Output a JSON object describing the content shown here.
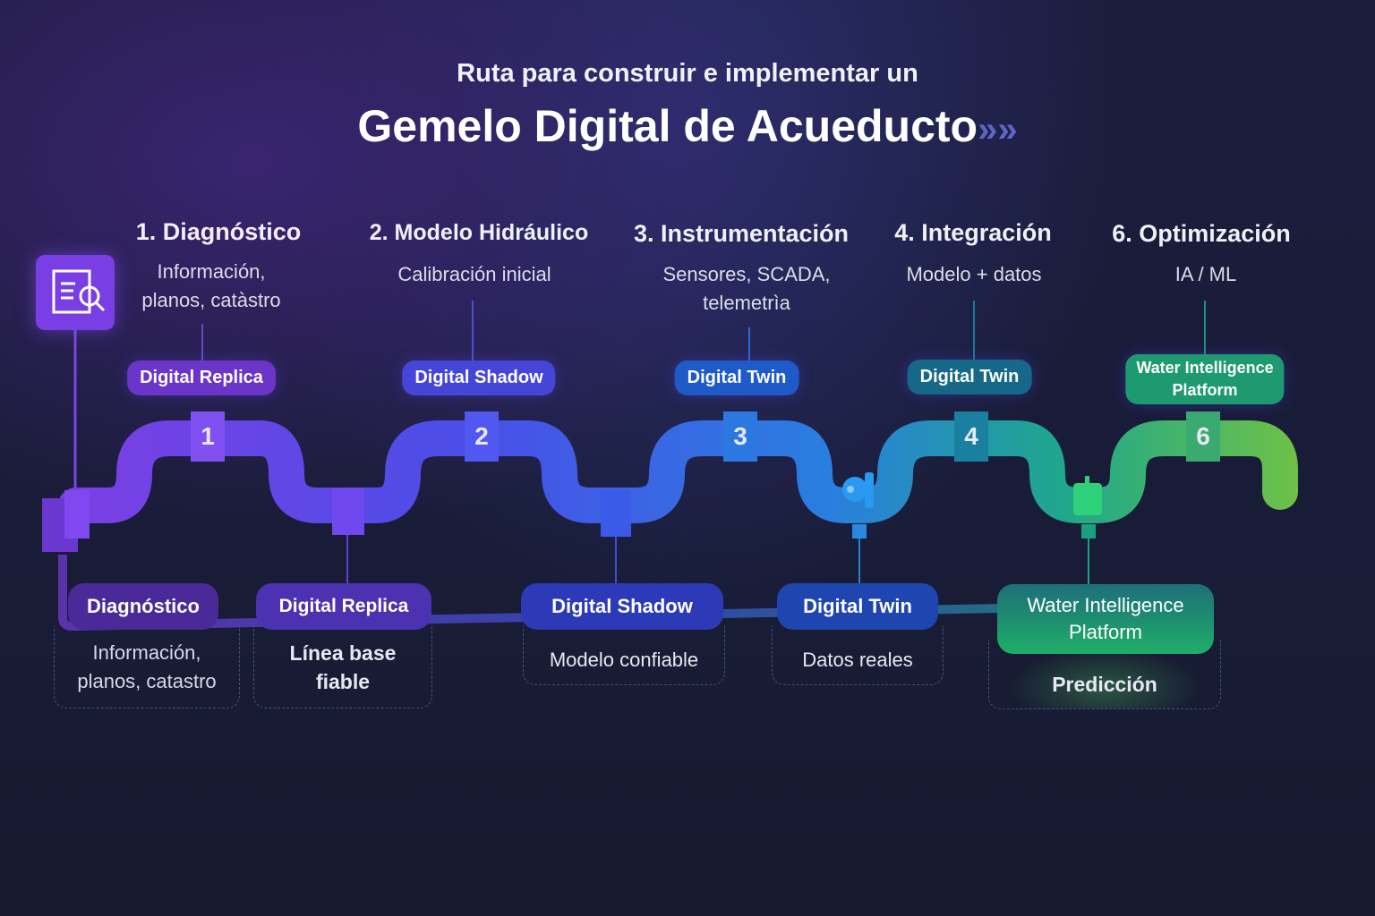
{
  "header": {
    "subtitle": "Ruta para construir e implementar un",
    "title": "Gemelo Digital de Acueducto",
    "chevrons": "»»"
  },
  "steps": [
    {
      "title": "1. Diagnóstico",
      "desc": "Información,\nplanos, catàstro",
      "stage": "Digital Replica",
      "number": "1",
      "color": "#7a3fe0"
    },
    {
      "title": "2. Modelo Hidráulico",
      "desc": "Calibración inicial",
      "stage": "Digital Shadow",
      "number": "2",
      "color": "#5148e0"
    },
    {
      "title": "3. Instrumentación",
      "desc": "Sensores, SCADA,\ntelemetrìa",
      "stage": "Digital Twin",
      "number": "3",
      "color": "#1e5fc8"
    },
    {
      "title": "4. Integración",
      "desc": "Modelo + datos",
      "stage": "Digital Twin",
      "number": "4",
      "color": "#156a8a"
    },
    {
      "title": "6. Optimización",
      "desc": "IA / ML",
      "stage": "Water Intelligence\nPlatform",
      "number": "6",
      "color": "#1e9a70"
    }
  ],
  "bottom": [
    {
      "label": "Diagnóstico",
      "desc": "Información,\nplanos, catastro"
    },
    {
      "label": "Digital Replica",
      "desc": "Línea base\nfiable"
    },
    {
      "label": "Digital Shadow",
      "desc": "Modelo confiable"
    },
    {
      "label": "Digital Twin",
      "desc": "Datos reales"
    },
    {
      "label": "Water Intelligence\nPlatform",
      "desc": "Predicción"
    }
  ],
  "icons": {
    "diagnosis": "document-search-icon",
    "valve": "valve-icon",
    "sensor": "sensor-icon"
  },
  "gradient": [
    "#7b3fe4",
    "#4a4ee8",
    "#2a7ee0",
    "#1fa88a",
    "#6cc04a"
  ]
}
